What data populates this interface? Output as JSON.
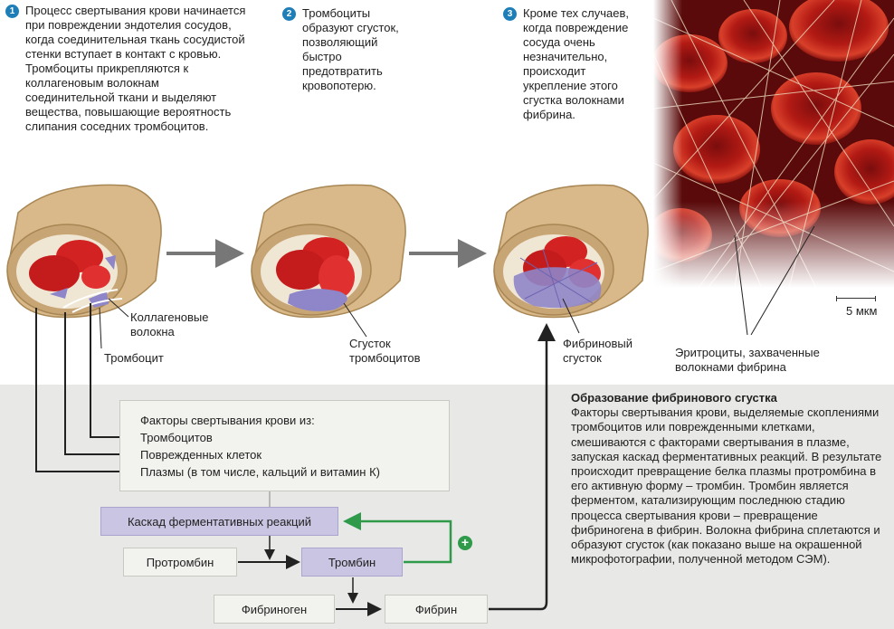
{
  "steps": [
    {
      "num": "1",
      "text": "Процесс свертывания крови начинается при повреждении эндотелия сосудов, когда соединительная ткань сосудистой стенки вступает в контакт с кровью. Тромбоциты прикрепляются к коллагеновым волокнам соединительной ткани и выделяют вещества, повышающие вероятность слипания соседних тромбоцитов."
    },
    {
      "num": "2",
      "text": "Тромбоциты образуют сгусток, позволяющий быстро предотвратить кровопотерю."
    },
    {
      "num": "3",
      "text": "Кроме тех случаев, когда повреждение сосуда очень незначительно, происходит укрепление этого сгустка волокнами фибрина."
    }
  ],
  "labels": {
    "collagen": "Коллагеновые волокна",
    "platelet": "Тромбоцит",
    "platelet_clot": "Сгусток тромбоцитов",
    "fibrin_clot": "Фибриновый сгусток",
    "trapped_rbc": "Эритроциты, захваченные волокнами фибрина",
    "scale": "5 мкм"
  },
  "factors": {
    "title": "Факторы свертывания крови из:",
    "items": [
      "Тромбоцитов",
      "Поврежденных клеток",
      "Плазмы (в том числе, кальций и витамин К)"
    ]
  },
  "boxes": {
    "cascade": "Каскад ферментативных реакций",
    "prothrombin": "Протромбин",
    "thrombin": "Тромбин",
    "fibrinogen": "Фибриноген",
    "fibrin": "Фибрин",
    "plus": "+"
  },
  "description": {
    "title": "Образование фибринового сгустка",
    "body": "Факторы свертывания крови, выделяемые скоплениями тромбоцитов или поврежденными клетками, смешиваются с факторами свертывания в плазме, запуская каскад ферментативных реакций. В результате происходит превращение белка плазмы протромбина в его активную форму – тромбин. Тромбин является ферментом, катализирующим последнюю стадию процесса свертывания крови – превращение фибриногена в фибрин. Волокна фибрина сплетаются и образуют сгусток (как показано выше на окрашенной микрофотографии, полученной методом СЭМ)."
  },
  "colors": {
    "step_badge": "#1e7fb8",
    "vessel_wall": "#d9b98a",
    "blood_cell": "#d32222",
    "platelet": "#8f86c9",
    "feedback_arrow": "#2e9a4a",
    "purple_box": "#c9c5e2"
  }
}
